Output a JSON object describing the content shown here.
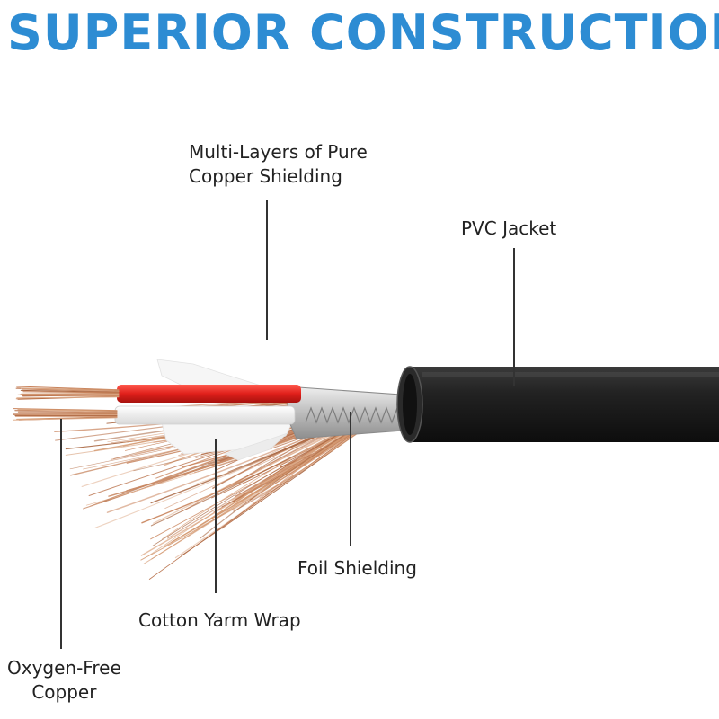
{
  "header": {
    "title": "SUPERIOR CONSTRUCTION",
    "title_color": "#2d8cd3"
  },
  "callouts": {
    "copper_shielding": [
      "Multi-Layers of Pure",
      "Copper Shielding"
    ],
    "pvc_jacket": "PVC Jacket",
    "foil_shielding": "Foil Shielding",
    "cotton_wrap": "Cotton Yarm Wrap",
    "oxygen_free_copper": [
      "Oxygen-Free",
      "Copper"
    ]
  },
  "colors": {
    "jacket": "#1c1c1c",
    "copper": "#c8825a",
    "red_insulation": "#e0201b",
    "white_insulation": "#f4f4f4",
    "foil": "#c9c9c9",
    "leader_line": "#333333"
  }
}
